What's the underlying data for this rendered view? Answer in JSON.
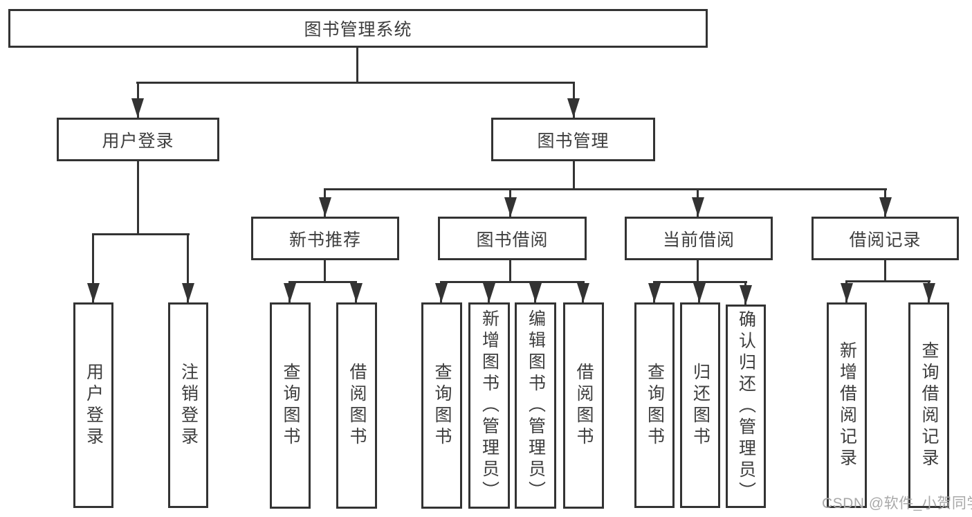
{
  "colors": {
    "line": "#333333",
    "text": "#3d3d3d",
    "box_background": "#ffffff",
    "page_background": "#ffffff",
    "watermark": "#a8a8a8"
  },
  "tree": {
    "root": {
      "label": "图书管理系统"
    },
    "level2": {
      "user_login": {
        "label": "用户登录"
      },
      "book_mgmt": {
        "label": "图书管理"
      }
    },
    "level3": {
      "new_books": {
        "label": "新书推荐"
      },
      "book_borrow": {
        "label": "图书借阅"
      },
      "current_borrow": {
        "label": "当前借阅"
      },
      "borrow_records": {
        "label": "借阅记录"
      }
    },
    "level4": {
      "user_login": [
        "用户登录",
        "注销登录"
      ],
      "new_books": [
        "查询图书",
        "借阅图书"
      ],
      "book_borrow": [
        "查询图书",
        "新增图书（管理员）",
        "编辑图书（管理员）",
        "借阅图书"
      ],
      "current_borrow": [
        "查询图书",
        "归还图书",
        "确认归还（管理员）"
      ],
      "borrow_records": [
        "新增借阅记录",
        "查询借阅记录"
      ]
    }
  },
  "watermark": {
    "text": "CSDN @软件_小贺同学"
  }
}
